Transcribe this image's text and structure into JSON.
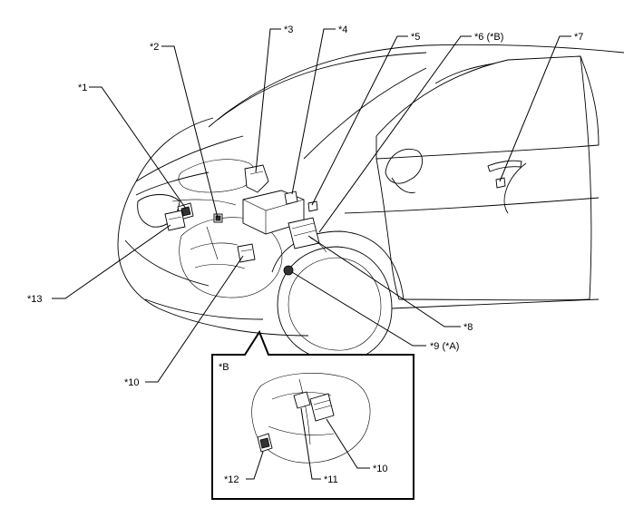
{
  "callouts": {
    "c1": "*1",
    "c2": "*2",
    "c3": "*3",
    "c4": "*4",
    "c5": "*5",
    "c6": "*6 (*B)",
    "c7": "*7",
    "c8": "*8",
    "c9": "*9 (*A)",
    "c10": "*10",
    "c13": "*13"
  },
  "inset": {
    "title": "*B",
    "c10": "*10",
    "c11": "*11",
    "c12": "*12"
  }
}
